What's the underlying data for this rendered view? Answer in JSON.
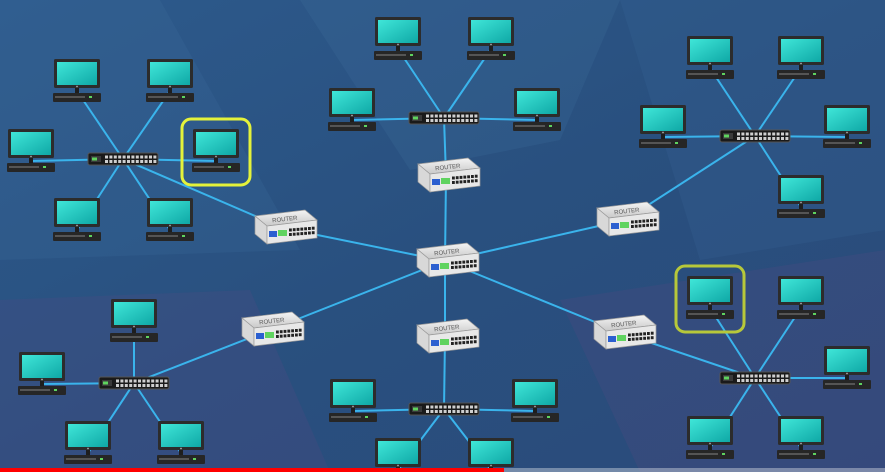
{
  "router_label": "ROUTER",
  "colors": {
    "link": "#3ab4ec",
    "screen": "#19c8c0",
    "highlight_bright": "#e4f23a",
    "highlight_dim": "#b7c83a",
    "progress": "#ff0000"
  },
  "routers": [
    {
      "id": "core"
    },
    {
      "id": "north"
    },
    {
      "id": "west"
    },
    {
      "id": "east"
    },
    {
      "id": "southwest"
    },
    {
      "id": "south"
    },
    {
      "id": "southeast"
    }
  ],
  "switches": [
    {
      "id": "sw-northwest",
      "router": "west"
    },
    {
      "id": "sw-north",
      "router": "north"
    },
    {
      "id": "sw-northeast",
      "router": "east"
    },
    {
      "id": "sw-southwest",
      "router": "southwest"
    },
    {
      "id": "sw-south",
      "router": "south"
    },
    {
      "id": "sw-southeast",
      "router": "southeast"
    }
  ],
  "computers": [
    {
      "switch": "sw-northwest",
      "highlight": ""
    },
    {
      "switch": "sw-northwest",
      "highlight": ""
    },
    {
      "switch": "sw-northwest",
      "highlight": ""
    },
    {
      "switch": "sw-northwest",
      "highlight": "bright"
    },
    {
      "switch": "sw-northwest",
      "highlight": ""
    },
    {
      "switch": "sw-northwest",
      "highlight": ""
    },
    {
      "switch": "sw-north",
      "highlight": ""
    },
    {
      "switch": "sw-north",
      "highlight": ""
    },
    {
      "switch": "sw-north",
      "highlight": ""
    },
    {
      "switch": "sw-north",
      "highlight": ""
    },
    {
      "switch": "sw-northeast",
      "highlight": ""
    },
    {
      "switch": "sw-northeast",
      "highlight": ""
    },
    {
      "switch": "sw-northeast",
      "highlight": ""
    },
    {
      "switch": "sw-northeast",
      "highlight": ""
    },
    {
      "switch": "sw-northeast",
      "highlight": ""
    },
    {
      "switch": "sw-southwest",
      "highlight": ""
    },
    {
      "switch": "sw-southwest",
      "highlight": ""
    },
    {
      "switch": "sw-southwest",
      "highlight": ""
    },
    {
      "switch": "sw-southwest",
      "highlight": ""
    },
    {
      "switch": "sw-south",
      "highlight": ""
    },
    {
      "switch": "sw-south",
      "highlight": ""
    },
    {
      "switch": "sw-south",
      "highlight": ""
    },
    {
      "switch": "sw-south",
      "highlight": ""
    },
    {
      "switch": "sw-southeast",
      "highlight": "dim"
    },
    {
      "switch": "sw-southeast",
      "highlight": ""
    },
    {
      "switch": "sw-southeast",
      "highlight": ""
    },
    {
      "switch": "sw-southeast",
      "highlight": ""
    },
    {
      "switch": "sw-southeast",
      "highlight": ""
    }
  ],
  "video_progress": 0.57
}
